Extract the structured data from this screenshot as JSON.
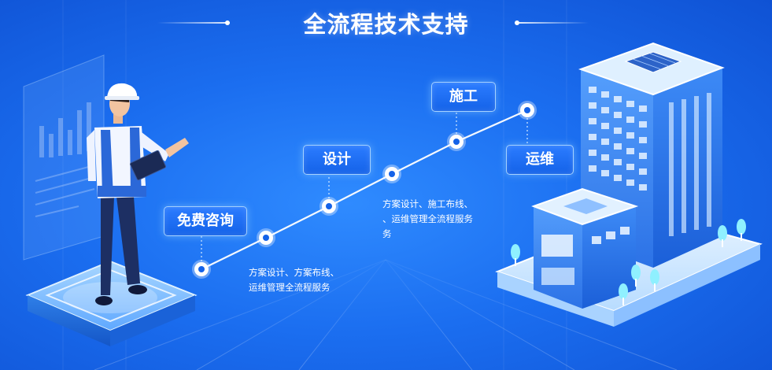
{
  "title": "全流程技术支持",
  "stages": [
    {
      "label": "免费咨询"
    },
    {
      "label": "设计"
    },
    {
      "label": "施工"
    },
    {
      "label": "运维"
    }
  ],
  "descriptions": {
    "first": {
      "line1": "方案设计、方案布线、",
      "line2": "运维管理全流程服务"
    },
    "second": {
      "line1": "方案设计、施工布线、",
      "line2": "、运维管理全流程服务",
      "line3": "务"
    }
  },
  "colors": {
    "background": "#1b6ef0",
    "node_fill": "#ffffff",
    "node_center": "#1462e8",
    "label_fill": "#1f70f5",
    "accent_glow": "#8fd0ff"
  },
  "icons": [
    "engineer-figure",
    "glowing-platform",
    "building-complex",
    "timeline-node",
    "chart-panel"
  ]
}
